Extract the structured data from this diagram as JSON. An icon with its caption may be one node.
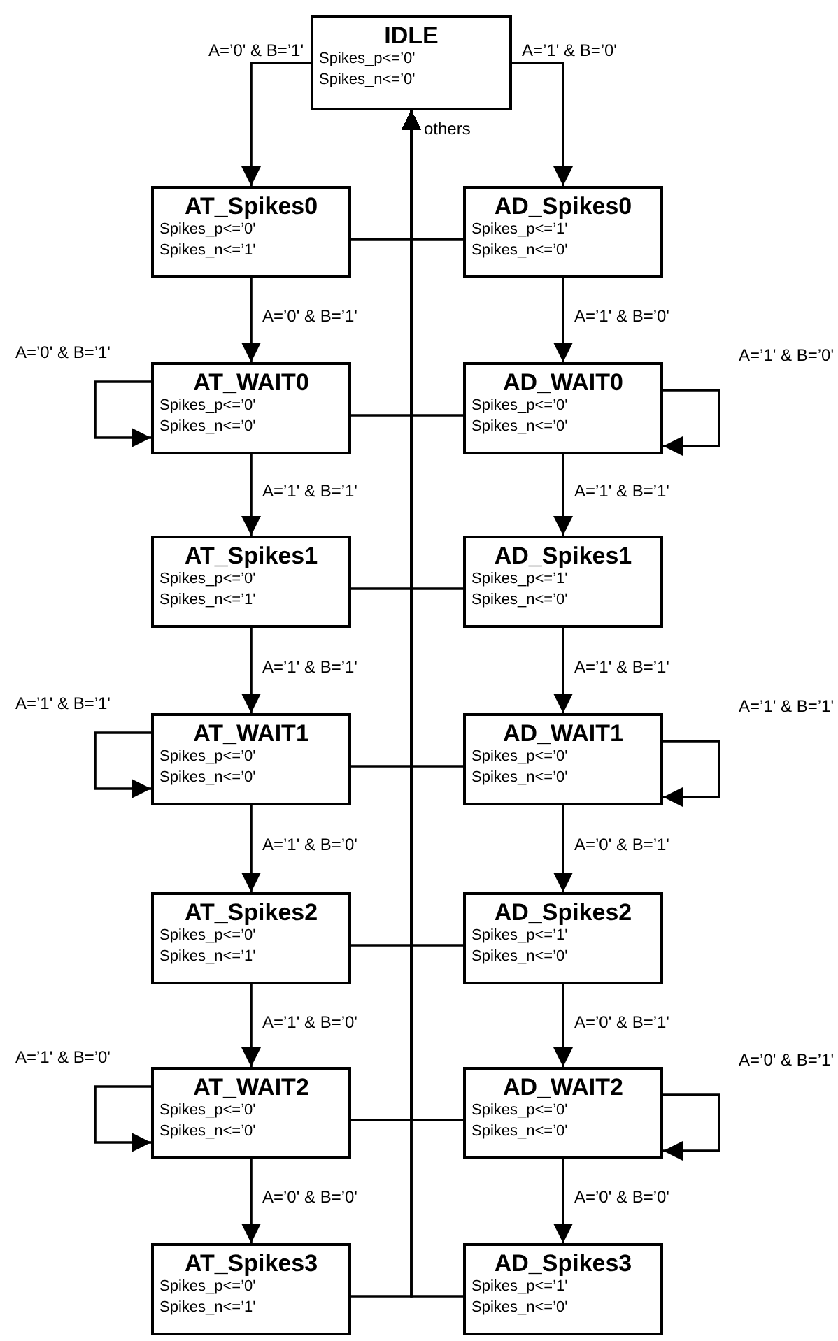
{
  "diagram": {
    "nodes": [
      {
        "text": [
          "IDLE",
          "Spikes_p<=’0'",
          "Spikes_n<=’0'"
        ]
      },
      {
        "text": [
          "AT_Spikes0",
          "Spikes_p<=’0'",
          "Spikes_n<=’1'"
        ]
      },
      {
        "text": [
          "AD_Spikes0",
          "Spikes_p<=’1'",
          "Spikes_n<=’0'"
        ]
      },
      {
        "text": [
          "AT_WAIT0",
          "Spikes_p<=’0'",
          "Spikes_n<=’0'"
        ]
      },
      {
        "text": [
          "AD_WAIT0",
          "Spikes_p<=’0'",
          "Spikes_n<=’0'"
        ]
      },
      {
        "text": [
          "AT_Spikes1",
          "Spikes_p<=’0'",
          "Spikes_n<=’1'"
        ]
      },
      {
        "text": [
          "AD_Spikes1",
          "Spikes_p<=’1'",
          "Spikes_n<=’0'"
        ]
      },
      {
        "text": [
          "AT_WAIT1",
          "Spikes_p<=’0'",
          "Spikes_n<=’0'"
        ]
      },
      {
        "text": [
          "AD_WAIT1",
          "Spikes_p<=’0'",
          "Spikes_n<=’0'"
        ]
      },
      {
        "text": [
          "AT_Spikes2",
          "Spikes_p<=’0'",
          "Spikes_n<=’1'"
        ]
      },
      {
        "text": [
          "AD_Spikes2",
          "Spikes_p<=’1'",
          "Spikes_n<=’0'"
        ]
      },
      {
        "text": [
          "AT_WAIT2",
          "Spikes_p<=’0'",
          "Spikes_n<=’0'"
        ]
      },
      {
        "text": [
          "AD_WAIT2",
          "Spikes_p<=’0'",
          "Spikes_n<=’0'"
        ]
      },
      {
        "text": [
          "AT_Spikes3",
          "Spikes_p<=’0'",
          "Spikes_n<=’1'"
        ]
      },
      {
        "text": [
          "AD_Spikes3",
          "Spikes_p<=’1'",
          "Spikes_n<=’0'"
        ]
      }
    ],
    "edges": [
      {
        "from": 0,
        "to": 1,
        "arrow": "to",
        "label": "A=’0' & B=’1'"
      },
      {
        "from": 0,
        "to": 2,
        "arrow": "to",
        "label": "A=’1' & B=’0'"
      },
      {
        "from": 1,
        "to": 3,
        "arrow": "to",
        "label": "A=’0' & B=’1'"
      },
      {
        "from": 2,
        "to": 4,
        "arrow": "to",
        "label": "A=’1' & B=’0'"
      },
      {
        "from": 3,
        "to": 3,
        "arrow": "to",
        "label": "A=’0' & B=’1'"
      },
      {
        "from": 4,
        "to": 4,
        "arrow": "to",
        "label": "A=’1' & B=’0'"
      },
      {
        "from": 3,
        "to": 5,
        "arrow": "to",
        "label": "A=’1' & B=’1'"
      },
      {
        "from": 4,
        "to": 6,
        "arrow": "to",
        "label": "A=’1' & B=’1'"
      },
      {
        "from": 5,
        "to": 7,
        "arrow": "to",
        "label": "A=’1' & B=’1'"
      },
      {
        "from": 6,
        "to": 8,
        "arrow": "to",
        "label": "A=’1' & B=’1'"
      },
      {
        "from": 7,
        "to": 7,
        "arrow": "to",
        "label": "A=’1' & B=’1'"
      },
      {
        "from": 8,
        "to": 8,
        "arrow": "to",
        "label": "A=’1' & B=’1'"
      },
      {
        "from": 7,
        "to": 9,
        "arrow": "to",
        "label": "A=’1' & B=’0'"
      },
      {
        "from": 8,
        "to": 10,
        "arrow": "to",
        "label": "A=’0' & B=’1'"
      },
      {
        "from": 9,
        "to": 11,
        "arrow": "to",
        "label": "A=’1' & B=’0'"
      },
      {
        "from": 10,
        "to": 12,
        "arrow": "to",
        "label": "A=’0' & B=’1'"
      },
      {
        "from": 11,
        "to": 11,
        "arrow": "to",
        "label": "A=’1' & B=’0'"
      },
      {
        "from": 12,
        "to": 12,
        "arrow": "to",
        "label": "A=’0' & B=’1'"
      },
      {
        "from": 11,
        "to": 13,
        "arrow": "to",
        "label": "A=’0' & B=’0'"
      },
      {
        "from": 12,
        "to": 14,
        "arrow": "to",
        "label": "A=’0' & B=’0'"
      },
      {
        "from": 1,
        "to": 0,
        "arrow": "to",
        "label": "others"
      },
      {
        "from": 2,
        "to": 0,
        "arrow": "to"
      },
      {
        "from": 3,
        "to": 0,
        "arrow": "to"
      },
      {
        "from": 4,
        "to": 0,
        "arrow": "to"
      },
      {
        "from": 5,
        "to": 0,
        "arrow": "to"
      },
      {
        "from": 6,
        "to": 0,
        "arrow": "to"
      },
      {
        "from": 7,
        "to": 0,
        "arrow": "to"
      },
      {
        "from": 8,
        "to": 0,
        "arrow": "to"
      },
      {
        "from": 9,
        "to": 0,
        "arrow": "to"
      },
      {
        "from": 10,
        "to": 0,
        "arrow": "to"
      },
      {
        "from": 11,
        "to": 0,
        "arrow": "to"
      },
      {
        "from": 12,
        "to": 0,
        "arrow": "to"
      },
      {
        "from": 13,
        "to": 0,
        "arrow": "to"
      },
      {
        "from": 14,
        "to": 0,
        "arrow": "to"
      }
    ]
  }
}
